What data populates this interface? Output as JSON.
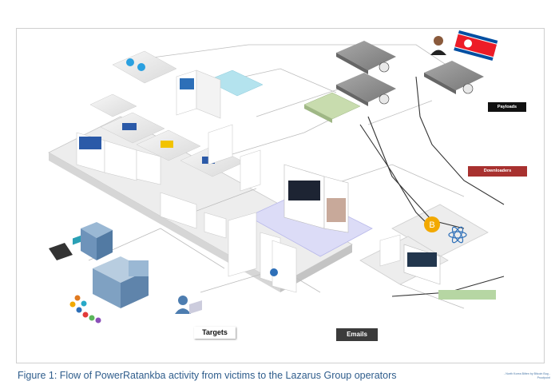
{
  "labels": {
    "payloads": "Payloads",
    "downloaders": "Downloaders",
    "targets": "Targets",
    "emails": "Emails"
  },
  "credit": {
    "line1": "- North Korea Bitten by Bitcoin Bug -",
    "line2": "Proofpoint"
  },
  "caption": "Figure 1: Flow of PowerRatankba activity from victims to the Lazarus Group operators",
  "colors": {
    "payloads_bg": "#111111",
    "downloaders_bg": "#a8312f",
    "legend_green": "#b6d6a3",
    "emails_bg": "#3b3b3b",
    "platform": "#eeeeee",
    "highlight": "#dcdcf7",
    "caption_text": "#2f5d8c"
  }
}
